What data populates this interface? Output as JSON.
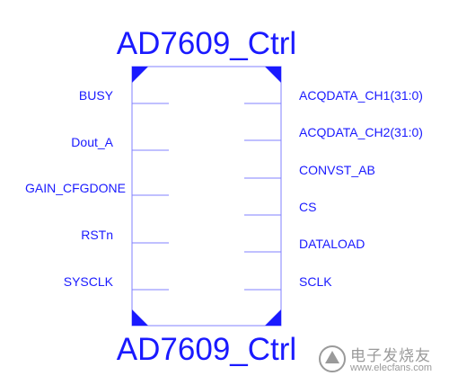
{
  "title_top": "AD7609_Ctrl",
  "title_bottom": "AD7609_Ctrl",
  "left_pins": [
    "BUSY",
    "Dout_A",
    "GAIN_CFGDONE",
    "RSTn",
    "SYSCLK"
  ],
  "right_pins": [
    "ACQDATA_CH1(31:0)",
    "ACQDATA_CH2(31:0)",
    "CONVST_AB",
    "CS",
    "DATALOAD",
    "SCLK"
  ],
  "watermark": {
    "cn": "电子发烧友",
    "url": "www.elecfans.com"
  },
  "colors": {
    "text": "#1a1aff",
    "line": "#8080ff",
    "corner": "#1a1aff",
    "watermark": "#9a9a9a"
  }
}
